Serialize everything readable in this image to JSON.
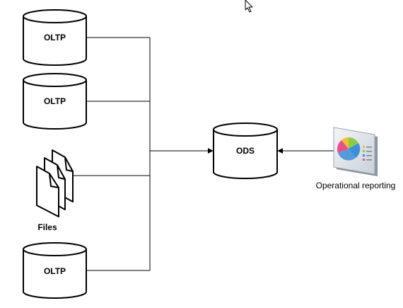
{
  "diagram": {
    "sources": [
      {
        "label": "OLTP",
        "kind": "database"
      },
      {
        "label": "OLTP",
        "kind": "database"
      },
      {
        "label": "Files",
        "kind": "files"
      },
      {
        "label": "OLTP",
        "kind": "database"
      }
    ],
    "target": {
      "label": "ODS",
      "kind": "database"
    },
    "consumer": {
      "label": "Operational reporting",
      "kind": "report",
      "icon": "pie-chart-report-icon"
    },
    "colors": {
      "stroke": "#000000",
      "pie": [
        "#3b8fd6",
        "#8fc94a",
        "#e8508c",
        "#f2c02e",
        "#7b5cc4"
      ]
    }
  }
}
